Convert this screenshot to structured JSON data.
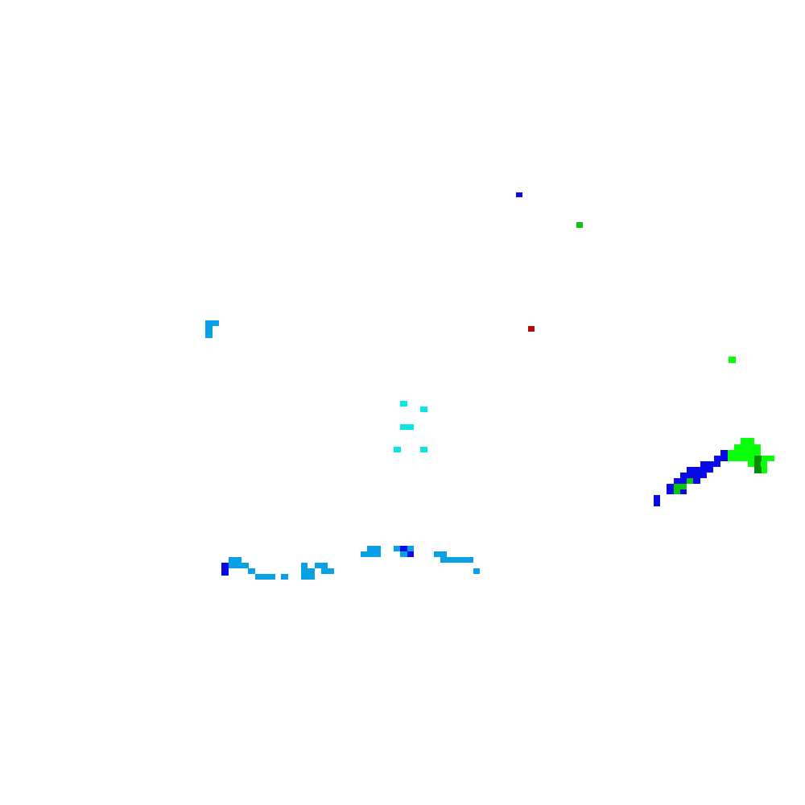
{
  "palette": {
    "background": "#ffffff",
    "dark_blue": "#0a0ae6",
    "sky_blue": "#0aa0e6",
    "cyan": "#0ae6e6",
    "green": "#0ac80a",
    "bright_green": "#0aff0a",
    "dark_green": "#0a8c0a",
    "dark_red": "#b40a0a"
  },
  "clusters": [
    {
      "name": "dark-blue-speck",
      "color": "dark_blue"
    },
    {
      "name": "green-speck",
      "color": "green"
    },
    {
      "name": "sky-blue-corner",
      "color": "sky_blue"
    },
    {
      "name": "red-speck",
      "color": "dark_red"
    },
    {
      "name": "bright-green-speck",
      "color": "bright_green"
    },
    {
      "name": "cyan-scatter",
      "color": "cyan"
    },
    {
      "name": "blue-green-streak",
      "color": "dark_blue"
    },
    {
      "name": "sky-blue-band",
      "color": "sky_blue"
    }
  ]
}
